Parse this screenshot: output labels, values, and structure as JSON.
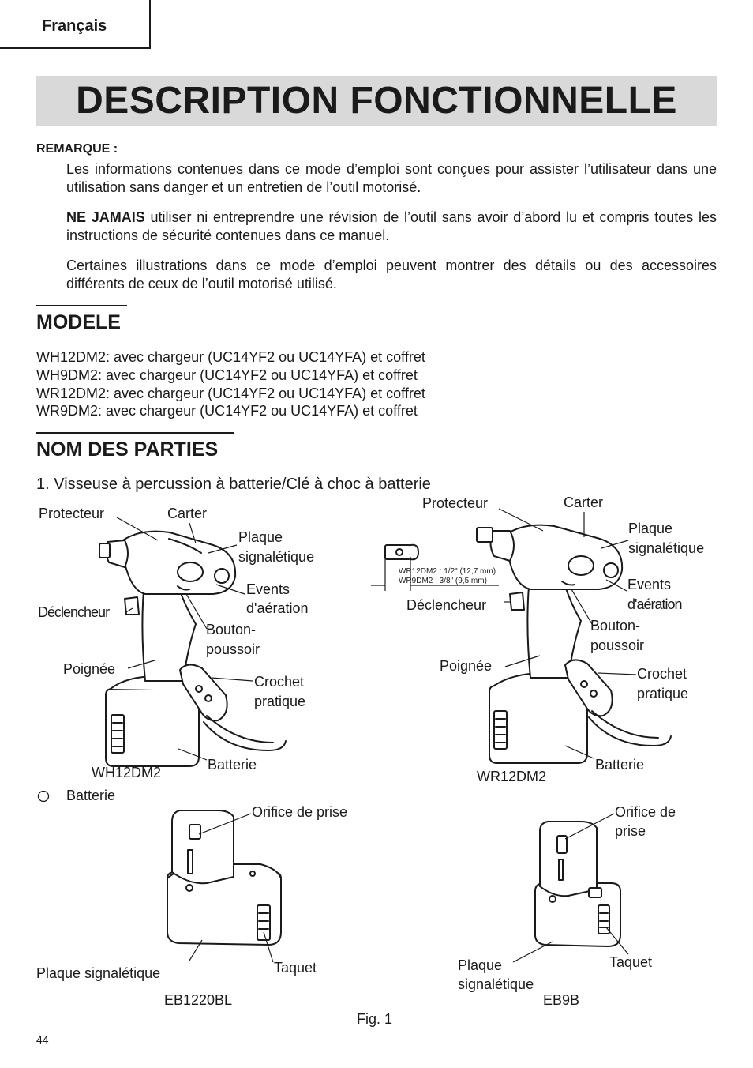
{
  "header": {
    "language_tab": "Français"
  },
  "title": "DESCRIPTION FONCTIONNELLE",
  "remark": {
    "label": "REMARQUE :",
    "p1": "Les informations contenues dans ce mode d’emploi sont conçues pour assister l’utilisateur dans une utilisation sans danger et un entretien de l’outil motorisé.",
    "p2_bold": "NE JAMAIS",
    "p2_rest": " utiliser ni entreprendre une révision de l’outil sans avoir d’abord lu et compris toutes les instructions de sécurité contenues dans ce manuel.",
    "p3": "Certaines illustrations dans ce mode d’emploi peuvent montrer des détails ou des accessoires différents de ceux de l’outil motorisé utilisé."
  },
  "modele": {
    "heading": "MODELE",
    "lines": [
      "WH12DM2: avec chargeur (UC14YF2 ou UC14YFA) et coffret",
      "WH9DM2: avec chargeur (UC14YF2 ou UC14YFA) et coffret",
      "WR12DM2: avec chargeur (UC14YF2 ou UC14YFA) et coffret",
      "WR9DM2: avec chargeur (UC14YF2 ou UC14YFA) et coffret"
    ]
  },
  "parts": {
    "heading": "NOM DES PARTIES",
    "item1": "1.   Visseuse à percussion à batterie/Clé à choc à batterie",
    "left_tool": {
      "protecteur": "Protecteur",
      "carter": "Carter",
      "plaque1": "Plaque",
      "plaque2": "signalétique",
      "events1": "Events",
      "events2": "d'aération",
      "declencheur": "Déclencheur",
      "bouton1": "Bouton-",
      "bouton2": "poussoir",
      "poignee": "Poignée",
      "crochet1": "Crochet",
      "crochet2": "pratique",
      "batterie": "Batterie",
      "model": "WH12DM2"
    },
    "right_tool": {
      "protecteur": "Protecteur",
      "carter": "Carter",
      "plaque1": "Plaque",
      "plaque2": "signalétique",
      "events1": "Events",
      "events2": "d'aération",
      "declencheur": "Déclencheur",
      "bouton1": "Bouton-",
      "bouton2": "poussoir",
      "poignee": "Poignée",
      "crochet1": "Crochet",
      "crochet2": "pratique",
      "batterie": "Batterie",
      "model": "WR12DM2",
      "spec1": "WR12DM2 : 1/2\" (12,7 mm)",
      "spec2": "WR9DM2 : 3/8\" (9,5 mm)"
    },
    "battery_heading": "Batterie",
    "battery_left": {
      "orifice": "Orifice de prise",
      "plaque": "Plaque signalétique",
      "taquet": "Taquet",
      "model": "EB1220BL"
    },
    "battery_right": {
      "orifice1": "Orifice de",
      "orifice2": "prise",
      "plaque1": "Plaque",
      "plaque2": "signalétique",
      "taquet": "Taquet",
      "model": "EB9B"
    },
    "fig": "Fig. 1"
  },
  "page_number": "44"
}
